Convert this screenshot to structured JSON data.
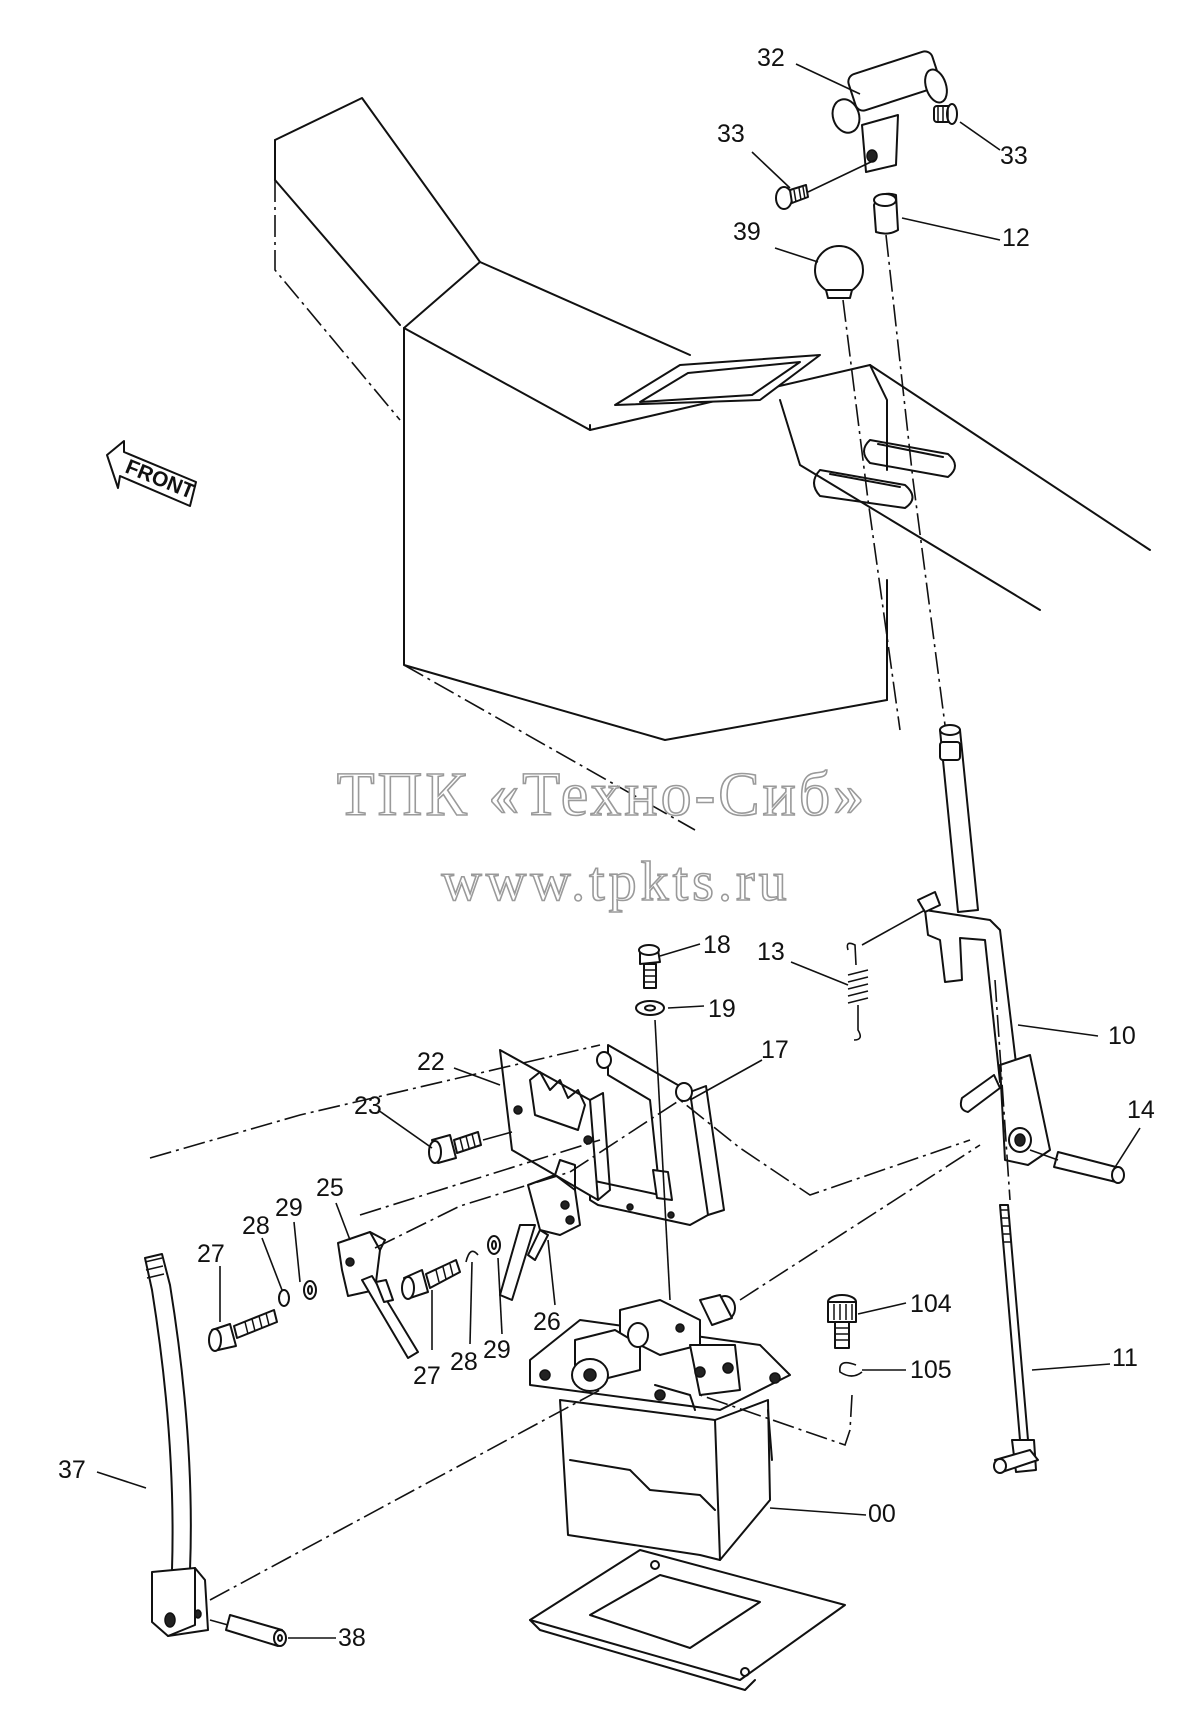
{
  "watermark": {
    "company": "ТПК «Техно-Сиб»",
    "website": "www.tpkts.ru"
  },
  "direction_arrow": {
    "label": "FRONT"
  },
  "callouts": [
    {
      "id": "c32",
      "text": "32"
    },
    {
      "id": "c33a",
      "text": "33"
    },
    {
      "id": "c33b",
      "text": "33"
    },
    {
      "id": "c39",
      "text": "39"
    },
    {
      "id": "c12",
      "text": "12"
    },
    {
      "id": "c18",
      "text": "18"
    },
    {
      "id": "c19",
      "text": "19"
    },
    {
      "id": "c13",
      "text": "13"
    },
    {
      "id": "c10",
      "text": "10"
    },
    {
      "id": "c17",
      "text": "17"
    },
    {
      "id": "c22",
      "text": "22"
    },
    {
      "id": "c23",
      "text": "23"
    },
    {
      "id": "c14",
      "text": "14"
    },
    {
      "id": "c25",
      "text": "25"
    },
    {
      "id": "c29a",
      "text": "29"
    },
    {
      "id": "c28a",
      "text": "28"
    },
    {
      "id": "c27a",
      "text": "27"
    },
    {
      "id": "c26",
      "text": "26"
    },
    {
      "id": "c27b",
      "text": "27"
    },
    {
      "id": "c28b",
      "text": "28"
    },
    {
      "id": "c29b",
      "text": "29"
    },
    {
      "id": "c104",
      "text": "104"
    },
    {
      "id": "c105",
      "text": "105"
    },
    {
      "id": "c11",
      "text": "11"
    },
    {
      "id": "c37",
      "text": "37"
    },
    {
      "id": "c00",
      "text": "00"
    },
    {
      "id": "c38",
      "text": "38"
    }
  ]
}
